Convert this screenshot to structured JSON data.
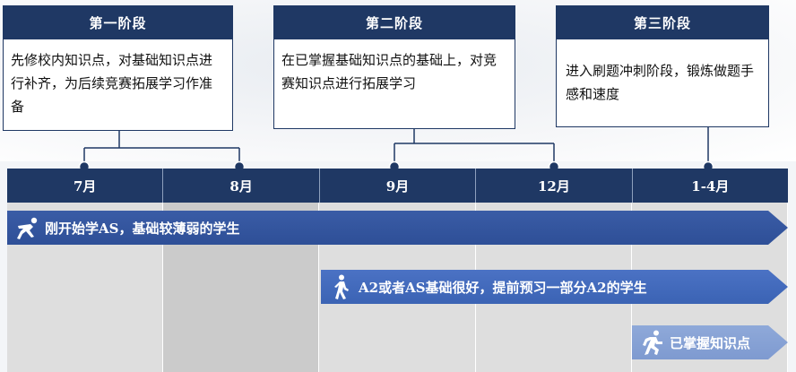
{
  "stages": [
    {
      "title": "第一阶段",
      "text": "先修校内知识点，对基础知识点进行补齐，为后续竞赛拓展学习作准备"
    },
    {
      "title": "第二阶段",
      "text": "在已掌握基础知识点的基础上，对竞赛知识点进行拓展学习"
    },
    {
      "title": "第三阶段",
      "text": "进入刷题冲刺阶段，锻炼做题手感和速度"
    }
  ],
  "months": [
    "7月",
    "8月",
    "9月",
    "12月",
    "1-4月"
  ],
  "tracks": [
    {
      "label": "刚开始学AS，基础较薄弱的学生",
      "icon": "runner-start-icon"
    },
    {
      "label": "A2或者AS基础很好，提前预习一部分A2的学生",
      "icon": "walking-person-icon"
    },
    {
      "label": "已掌握知识点",
      "icon": "running-person-icon"
    }
  ],
  "colors": {
    "navy": "#1f3864",
    "arrow1": "#2e4f97",
    "arrow2": "#3b63b4",
    "arrow3": "#7e9ad0"
  }
}
